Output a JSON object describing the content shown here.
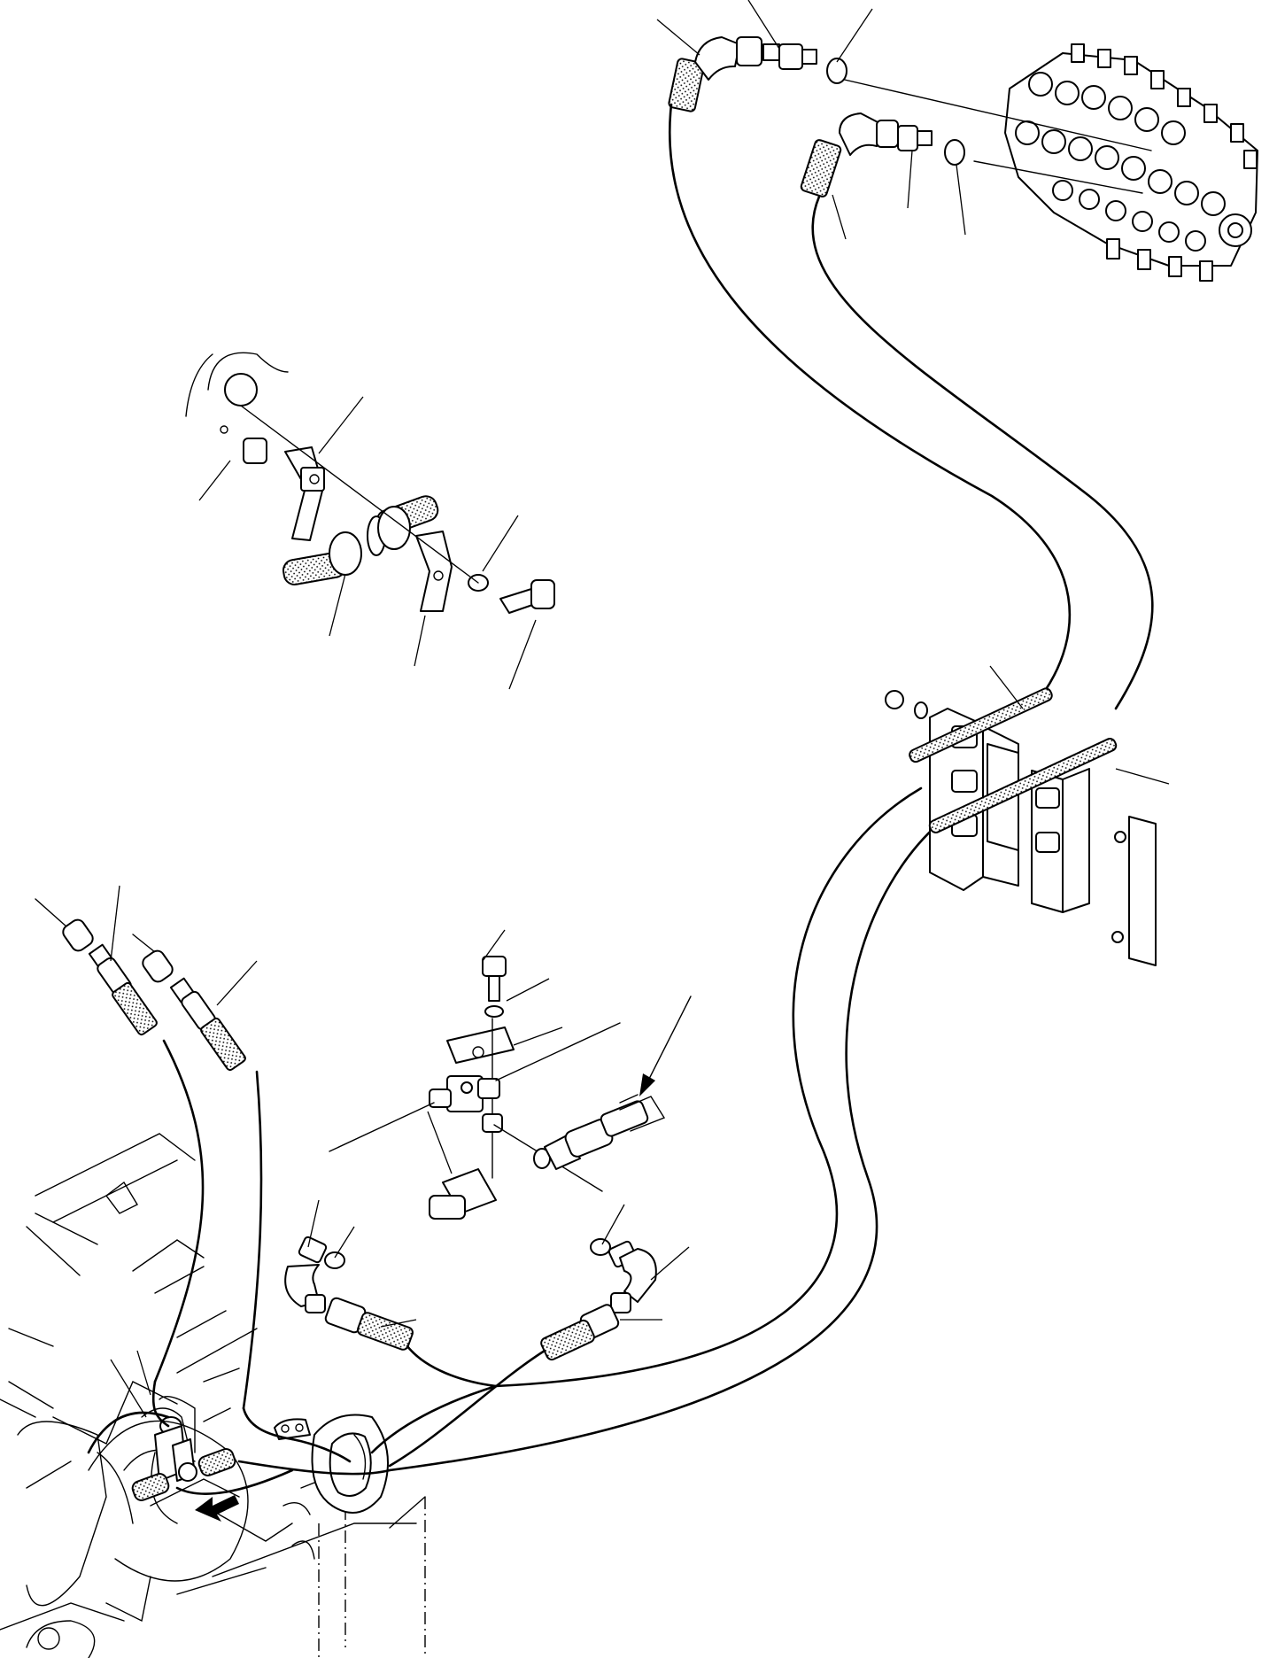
{
  "figure": {
    "labels": [],
    "components": [
      {
        "id": "control-valve",
        "icon": "control-valve-icon"
      },
      {
        "id": "pilot-hose-upper-left",
        "icon": "hose-icon"
      },
      {
        "id": "pilot-hose-upper-right",
        "icon": "hose-icon"
      },
      {
        "id": "hose-clamp-assembly",
        "icon": "clamp-icon"
      },
      {
        "id": "hose-bracket-plate",
        "icon": "bracket-icon"
      },
      {
        "id": "tee-fitting",
        "icon": "tee-fitting-icon"
      },
      {
        "id": "elbow-fitting-left",
        "icon": "elbow-icon"
      },
      {
        "id": "elbow-fitting-right",
        "icon": "elbow-icon"
      },
      {
        "id": "hose-guide-ring",
        "icon": "guide-ring-icon"
      },
      {
        "id": "direction-arrow",
        "icon": "arrow-icon"
      }
    ]
  }
}
